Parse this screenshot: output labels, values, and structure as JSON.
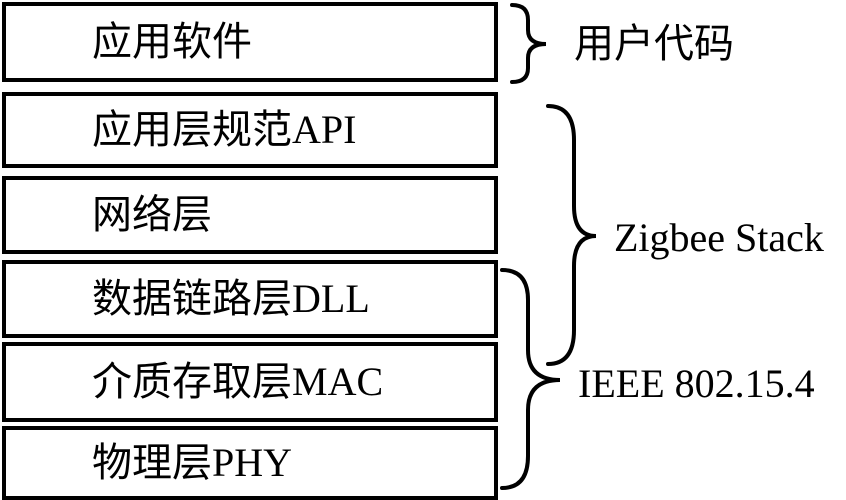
{
  "layers": [
    {
      "label": "应用软件"
    },
    {
      "label": "应用层规范API"
    },
    {
      "label": "网络层"
    },
    {
      "label": "数据链路层DLL"
    },
    {
      "label": "介质存取层MAC"
    },
    {
      "label": "物理层PHY"
    }
  ],
  "annotations": {
    "user_code": "用户代码",
    "zigbee_stack": "Zigbee Stack",
    "ieee": "IEEE 802.15.4"
  },
  "colors": {
    "stroke": "#000000",
    "background": "#ffffff"
  }
}
